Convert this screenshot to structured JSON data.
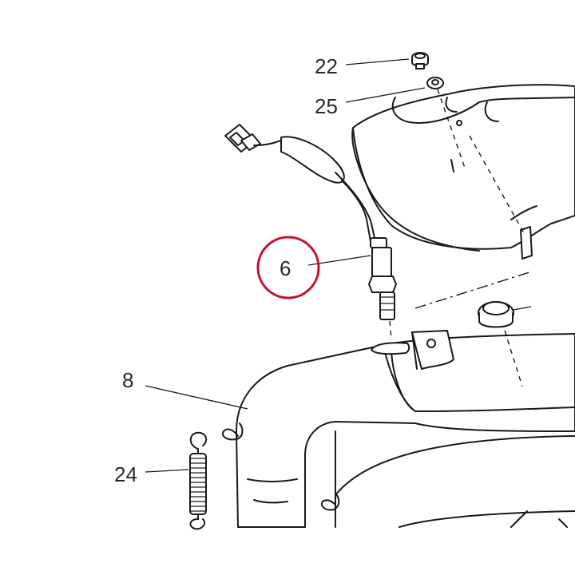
{
  "callouts": [
    {
      "id": "22",
      "text": "22"
    },
    {
      "id": "25",
      "text": "25"
    },
    {
      "id": "6",
      "text": "6"
    },
    {
      "id": "8",
      "text": "8"
    },
    {
      "id": "24",
      "text": "24"
    }
  ],
  "highlight": {
    "callout": "6",
    "color": "#c8102e"
  },
  "colors": {
    "line": "#1a1a1a",
    "label": "#2a2a2a",
    "background": "#ffffff"
  }
}
